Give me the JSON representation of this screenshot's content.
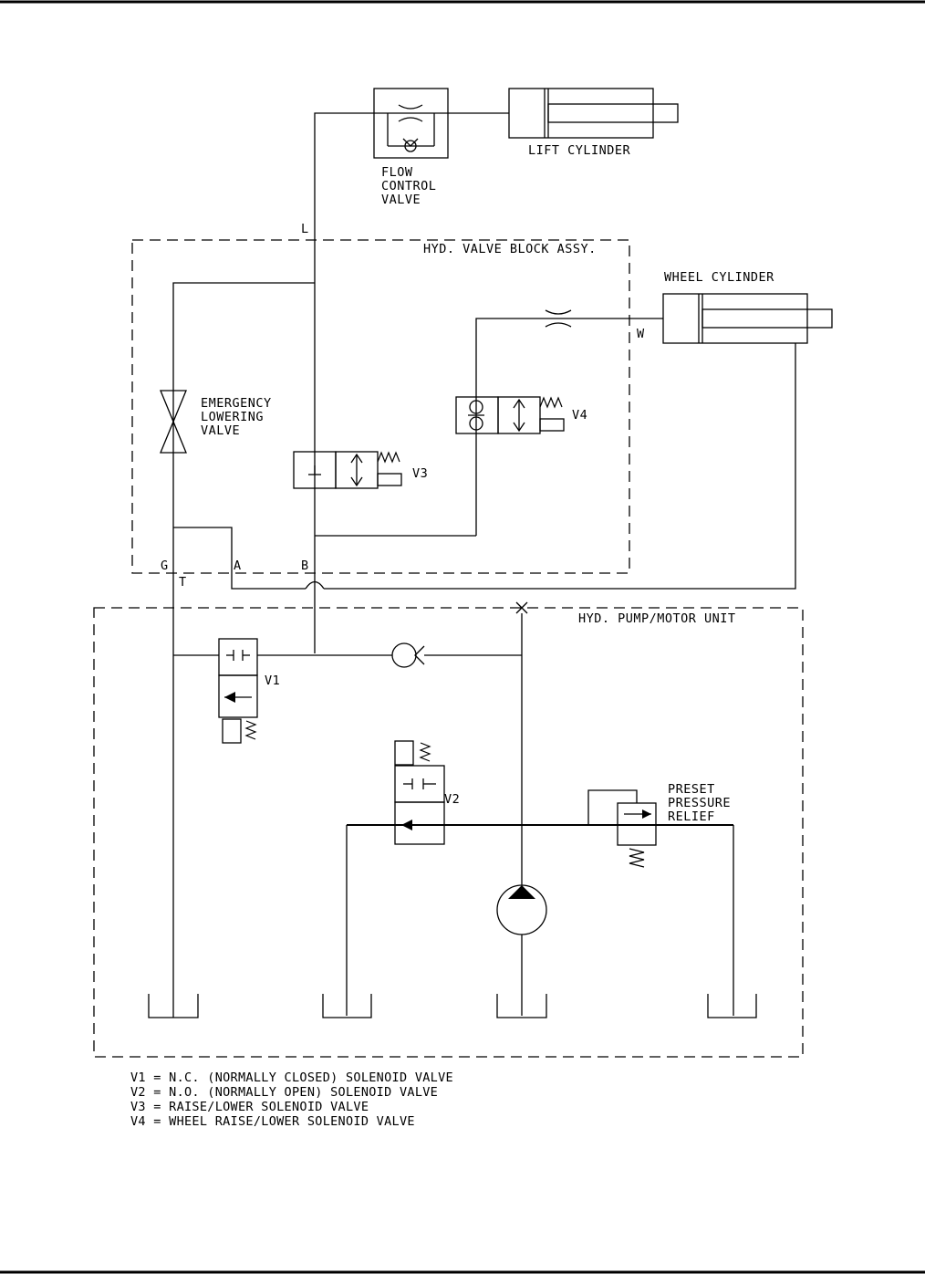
{
  "labels": {
    "lift_cylinder": "LIFT CYLINDER",
    "flow_control_1": "FLOW",
    "flow_control_2": "CONTROL",
    "flow_control_3": "VALVE",
    "port_L": "L",
    "valve_block": "HYD. VALVE BLOCK ASSY.",
    "wheel_cylinder": "WHEEL CYLINDER",
    "port_W": "W",
    "emergency_1": "EMERGENCY",
    "emergency_2": "LOWERING",
    "emergency_3": "VALVE",
    "v4": "V4",
    "v3": "V3",
    "port_G": "G",
    "port_A": "A",
    "port_B": "B",
    "port_T": "T",
    "pump_unit": "HYD. PUMP/MOTOR UNIT",
    "v1": "V1",
    "v2": "V2",
    "relief_1": "PRESET",
    "relief_2": "PRESSURE",
    "relief_3": "RELIEF"
  },
  "legend": [
    "V1 = N.C. (NORMALLY CLOSED) SOLENOID VALVE",
    "V2 = N.O. (NORMALLY OPEN) SOLENOID VALVE",
    "V3 = RAISE/LOWER SOLENOID VALVE",
    "V4 = WHEEL RAISE/LOWER SOLENOID VALVE"
  ]
}
